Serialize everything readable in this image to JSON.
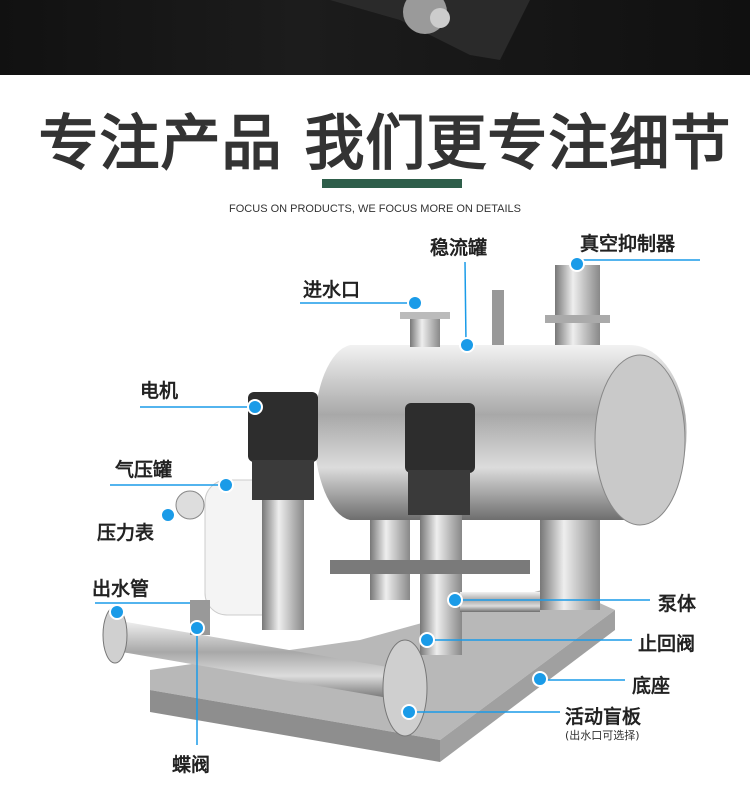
{
  "header": {
    "title": "专注产品 我们更专注细节",
    "subtitle": "FOCUS ON PRODUCTS, WE FOCUS MORE ON DETAILS",
    "accent_color": "#2e5e4a"
  },
  "labels": {
    "stabilizer_tank": "稳流罐",
    "vacuum_suppressor": "真空抑制器",
    "water_inlet": "进水口",
    "motor": "电机",
    "pressure_tank": "气压罐",
    "pressure_gauge": "压力表",
    "outlet_pipe": "出水管",
    "butterfly_valve": "蝶阀",
    "pump_body": "泵体",
    "check_valve": "止回阀",
    "base": "底座",
    "blind_plate": "活动盲板",
    "blind_plate_note": "(出水口可选择)"
  },
  "marker_color": "#1a9be8"
}
